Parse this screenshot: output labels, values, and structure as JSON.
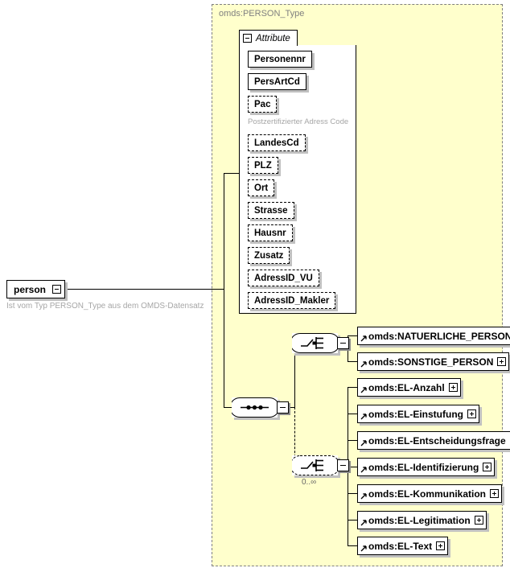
{
  "diagram": {
    "type_container_label": "omds:PERSON_Type",
    "root_element": {
      "name": "person",
      "annotation": "Ist vom Typ PERSON_Type aus dem OMDS-Datensatz",
      "toggle_icon": "minus-box-icon"
    },
    "attribute_section": {
      "tab_label": "Attribute",
      "toggle_icon": "minus-box-icon",
      "attributes": [
        {
          "name": "Personennr",
          "required": true,
          "note": ""
        },
        {
          "name": "PersArtCd",
          "required": true,
          "note": ""
        },
        {
          "name": "Pac",
          "required": false,
          "note": "Postzertifizierter Adress Code"
        },
        {
          "name": "LandesCd",
          "required": false,
          "note": ""
        },
        {
          "name": "PLZ",
          "required": false,
          "note": ""
        },
        {
          "name": "Ort",
          "required": false,
          "note": ""
        },
        {
          "name": "Strasse",
          "required": false,
          "note": ""
        },
        {
          "name": "Hausnr",
          "required": false,
          "note": ""
        },
        {
          "name": "Zusatz",
          "required": false,
          "note": ""
        },
        {
          "name": "AdressID_VU",
          "required": false,
          "note": ""
        },
        {
          "name": "AdressID_Makler",
          "required": false,
          "note": ""
        }
      ]
    },
    "compositors": {
      "sequence": {
        "kind": "sequence",
        "icon": "sequence-icon",
        "toggle_icon": "minus-box-icon",
        "occurs": ""
      },
      "choice_1": {
        "kind": "choice",
        "icon": "choice-icon",
        "toggle_icon": "minus-box-icon",
        "occurs": ""
      },
      "choice_2": {
        "kind": "choice",
        "icon": "choice-icon",
        "toggle_icon": "minus-box-icon",
        "occurs": "0..∞"
      }
    },
    "choice_1_elements": [
      {
        "name": "omds:NATUERLICHE_PERSON",
        "toggle_icon": "plus-box-icon",
        "ref_icon": "reference-arrow-icon"
      },
      {
        "name": "omds:SONSTIGE_PERSON",
        "toggle_icon": "plus-box-icon",
        "ref_icon": "reference-arrow-icon"
      }
    ],
    "choice_2_elements": [
      {
        "name": "omds:EL-Anzahl",
        "toggle_icon": "plus-box-icon",
        "ref_icon": "reference-arrow-icon"
      },
      {
        "name": "omds:EL-Einstufung",
        "toggle_icon": "plus-box-icon",
        "ref_icon": "reference-arrow-icon"
      },
      {
        "name": "omds:EL-Entscheidungsfrage",
        "toggle_icon": "plus-box-icon",
        "ref_icon": "reference-arrow-icon"
      },
      {
        "name": "omds:EL-Identifizierung",
        "toggle_icon": "plus-box-icon",
        "ref_icon": "reference-arrow-icon"
      },
      {
        "name": "omds:EL-Kommunikation",
        "toggle_icon": "plus-box-icon",
        "ref_icon": "reference-arrow-icon"
      },
      {
        "name": "omds:EL-Legitimation",
        "toggle_icon": "plus-box-icon",
        "ref_icon": "reference-arrow-icon"
      },
      {
        "name": "omds:EL-Text",
        "toggle_icon": "plus-box-icon",
        "ref_icon": "reference-arrow-icon"
      }
    ],
    "colors": {
      "type_background": "#ffffcc",
      "type_border": "#808080",
      "box_background": "#ffffff",
      "box_border": "#000000",
      "shadow": "#c0c0c0",
      "annotation_text": "#a6a6a6",
      "type_label_text": "#808080"
    }
  }
}
